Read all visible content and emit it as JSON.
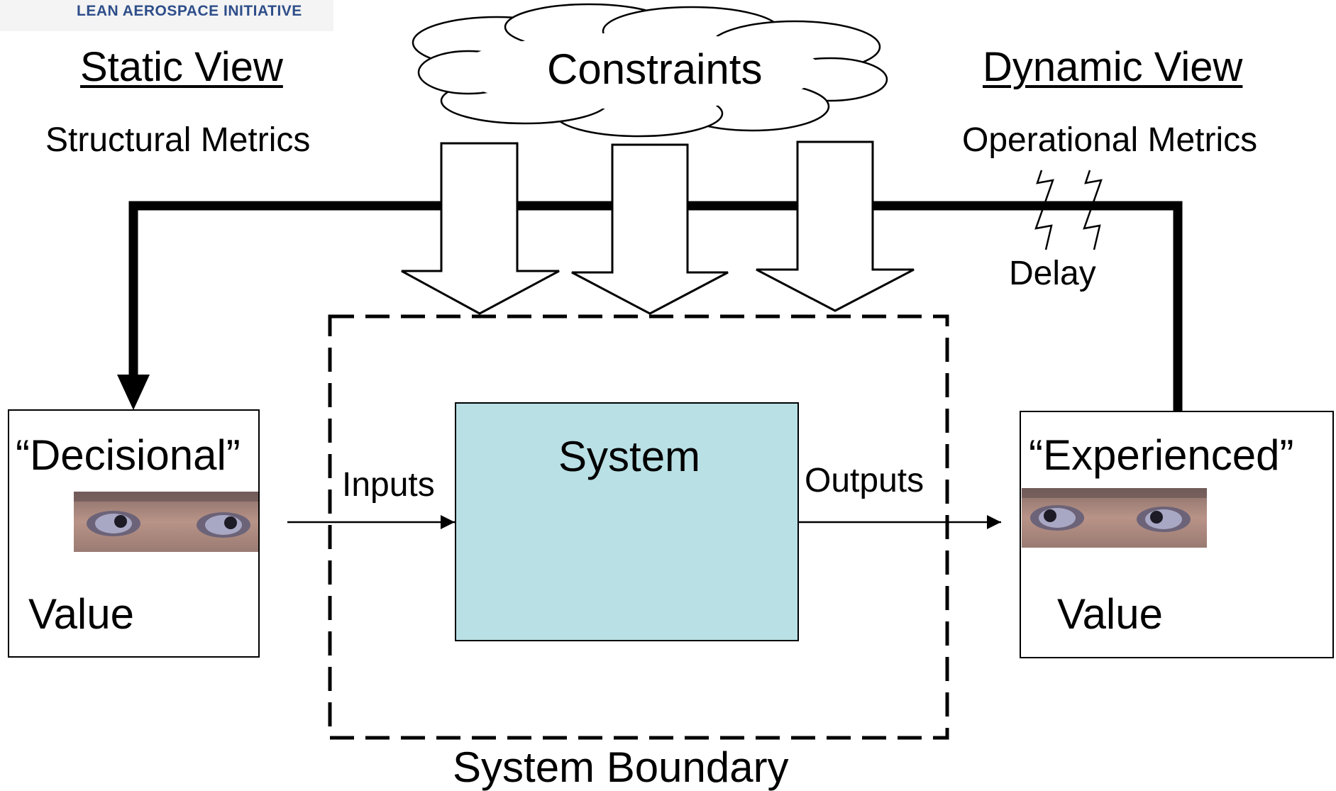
{
  "header": {
    "logo_text": "LEAN AEROSPACE INITIATIVE"
  },
  "left_view": {
    "title": "Static View",
    "subtitle": "Structural Metrics"
  },
  "right_view": {
    "title": "Dynamic View",
    "subtitle": "Operational Metrics"
  },
  "constraints": {
    "label": "Constraints"
  },
  "delay": {
    "label": "Delay"
  },
  "system": {
    "label": "System",
    "boundary_label": "System Boundary",
    "inputs_label": "Inputs",
    "outputs_label": "Outputs"
  },
  "decisional_value": {
    "title": "“Decisional”",
    "value_label": "Value",
    "image": "eyes-photo"
  },
  "experienced_value": {
    "title": "“Experienced”",
    "value_label": "Value",
    "image": "eyes-photo"
  },
  "colors": {
    "system_fill": "#b9e0e4",
    "logo_text": "#2e4e8a",
    "line": "#000000"
  }
}
